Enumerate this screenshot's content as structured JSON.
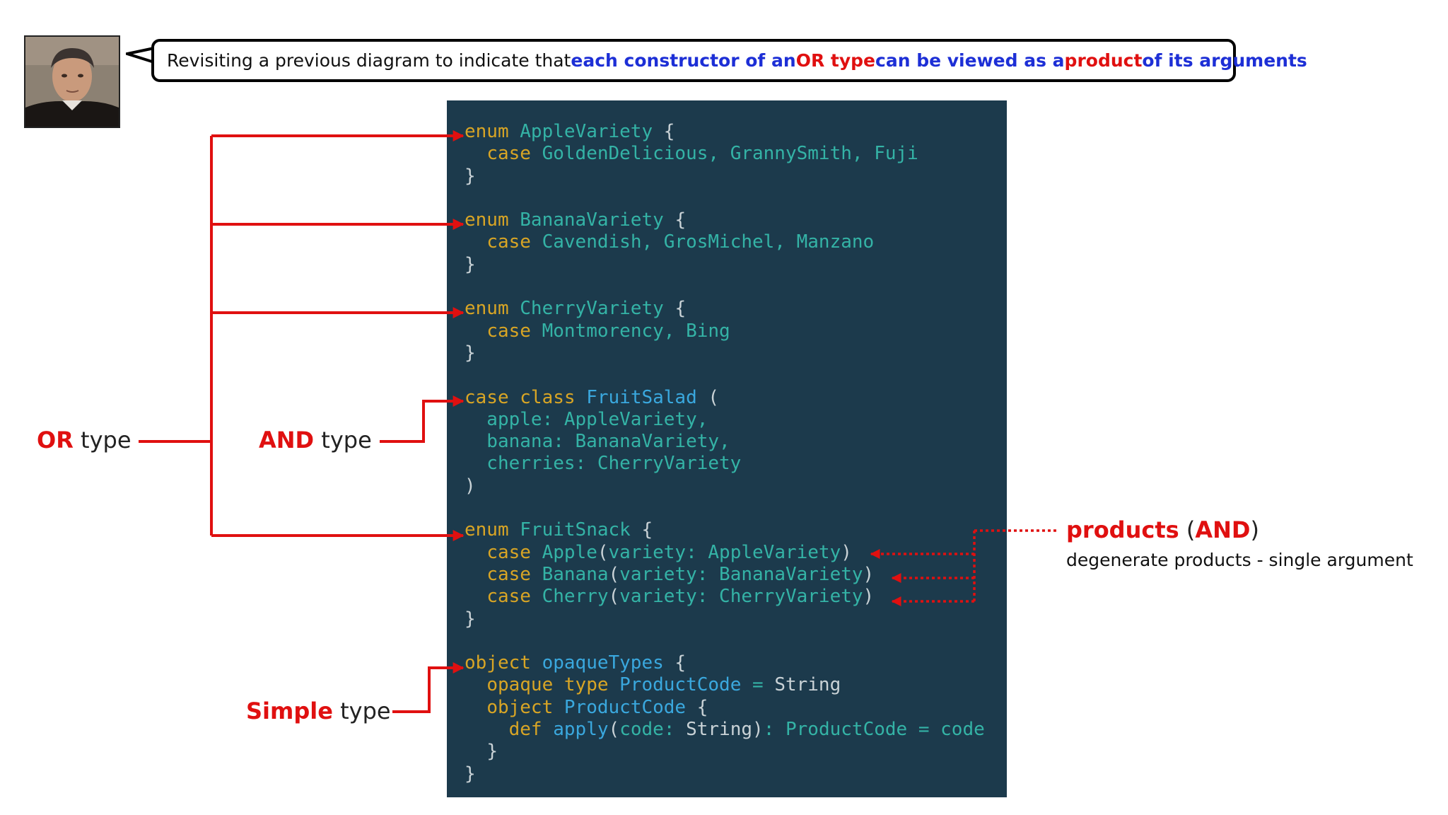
{
  "bubble": {
    "prefix": "Revisiting a previous diagram to indicate that ",
    "b1": "each constructor of an ",
    "r1": "OR type",
    "b2": " can be viewed as a ",
    "r2": "product",
    "b3": " of its arguments"
  },
  "labels": {
    "or_em": "OR",
    "or_rest": " type",
    "and_em": "AND",
    "and_rest": " type",
    "simple_em": "Simple",
    "simple_rest": " type",
    "products_em": "products",
    "products_open": " (",
    "products_and": "AND",
    "products_close": ")",
    "degenerate": "degenerate products - single argument"
  },
  "code": [
    [
      [
        "kw",
        "enum"
      ],
      [
        "tx",
        " AppleVariety "
      ],
      [
        "pn",
        "{"
      ]
    ],
    [
      [
        "tx",
        "  "
      ],
      [
        "kw",
        "case"
      ],
      [
        "tx",
        " GoldenDelicious, GrannySmith, Fuji"
      ]
    ],
    [
      [
        "pn",
        "}"
      ]
    ],
    [],
    [
      [
        "kw",
        "enum"
      ],
      [
        "tx",
        " BananaVariety "
      ],
      [
        "pn",
        "{"
      ]
    ],
    [
      [
        "tx",
        "  "
      ],
      [
        "kw",
        "case"
      ],
      [
        "tx",
        " Cavendish, GrosMichel, Manzano"
      ]
    ],
    [
      [
        "pn",
        "}"
      ]
    ],
    [],
    [
      [
        "kw",
        "enum"
      ],
      [
        "tx",
        " CherryVariety "
      ],
      [
        "pn",
        "{"
      ]
    ],
    [
      [
        "tx",
        "  "
      ],
      [
        "kw",
        "case"
      ],
      [
        "tx",
        " Montmorency, Bing"
      ]
    ],
    [
      [
        "pn",
        "}"
      ]
    ],
    [],
    [
      [
        "kw",
        "case class"
      ],
      [
        "tx",
        " "
      ],
      [
        "ty",
        "FruitSalad"
      ],
      [
        "tx",
        " "
      ],
      [
        "pn",
        "("
      ]
    ],
    [
      [
        "tx",
        "  apple: AppleVariety,"
      ]
    ],
    [
      [
        "tx",
        "  banana: BananaVariety,"
      ]
    ],
    [
      [
        "tx",
        "  cherries: CherryVariety"
      ]
    ],
    [
      [
        "pn",
        ")"
      ]
    ],
    [],
    [
      [
        "kw",
        "enum"
      ],
      [
        "tx",
        " FruitSnack "
      ],
      [
        "pn",
        "{"
      ]
    ],
    [
      [
        "tx",
        "  "
      ],
      [
        "kw",
        "case"
      ],
      [
        "tx",
        " Apple"
      ],
      [
        "pn",
        "("
      ],
      [
        "tx",
        "variety: AppleVariety"
      ],
      [
        "pn",
        ")"
      ]
    ],
    [
      [
        "tx",
        "  "
      ],
      [
        "kw",
        "case"
      ],
      [
        "tx",
        " Banana"
      ],
      [
        "pn",
        "("
      ],
      [
        "tx",
        "variety: BananaVariety"
      ],
      [
        "pn",
        ")"
      ]
    ],
    [
      [
        "tx",
        "  "
      ],
      [
        "kw",
        "case"
      ],
      [
        "tx",
        " Cherry"
      ],
      [
        "pn",
        "("
      ],
      [
        "tx",
        "variety: CherryVariety"
      ],
      [
        "pn",
        ")"
      ]
    ],
    [
      [
        "pn",
        "}"
      ]
    ],
    [],
    [
      [
        "kw",
        "object"
      ],
      [
        "tx",
        " "
      ],
      [
        "ty",
        "opaqueTypes"
      ],
      [
        "tx",
        " "
      ],
      [
        "pn",
        "{"
      ]
    ],
    [
      [
        "tx",
        "  "
      ],
      [
        "kw",
        "opaque type"
      ],
      [
        "tx",
        " "
      ],
      [
        "ty",
        "ProductCode"
      ],
      [
        "tx",
        " = "
      ],
      [
        "pl",
        "String"
      ]
    ],
    [
      [
        "tx",
        "  "
      ],
      [
        "kw",
        "object"
      ],
      [
        "tx",
        " "
      ],
      [
        "ty",
        "ProductCode"
      ],
      [
        "tx",
        " "
      ],
      [
        "pn",
        "{"
      ]
    ],
    [
      [
        "tx",
        "    "
      ],
      [
        "kw",
        "def"
      ],
      [
        "tx",
        " "
      ],
      [
        "ty",
        "apply"
      ],
      [
        "pn",
        "("
      ],
      [
        "tx",
        "code: "
      ],
      [
        "pl",
        "String"
      ],
      [
        "pn",
        ")"
      ],
      [
        "tx",
        ": ProductCode = code"
      ]
    ],
    [
      [
        "tx",
        "  "
      ],
      [
        "pn",
        "}"
      ]
    ],
    [
      [
        "pn",
        "}"
      ]
    ]
  ],
  "colors": {
    "red": "#e01010",
    "blue": "#1d2fd6",
    "panel": "#1c3a4c",
    "keyword": "#d8a525",
    "type": "#3aa8de",
    "text": "#34b3a6"
  }
}
